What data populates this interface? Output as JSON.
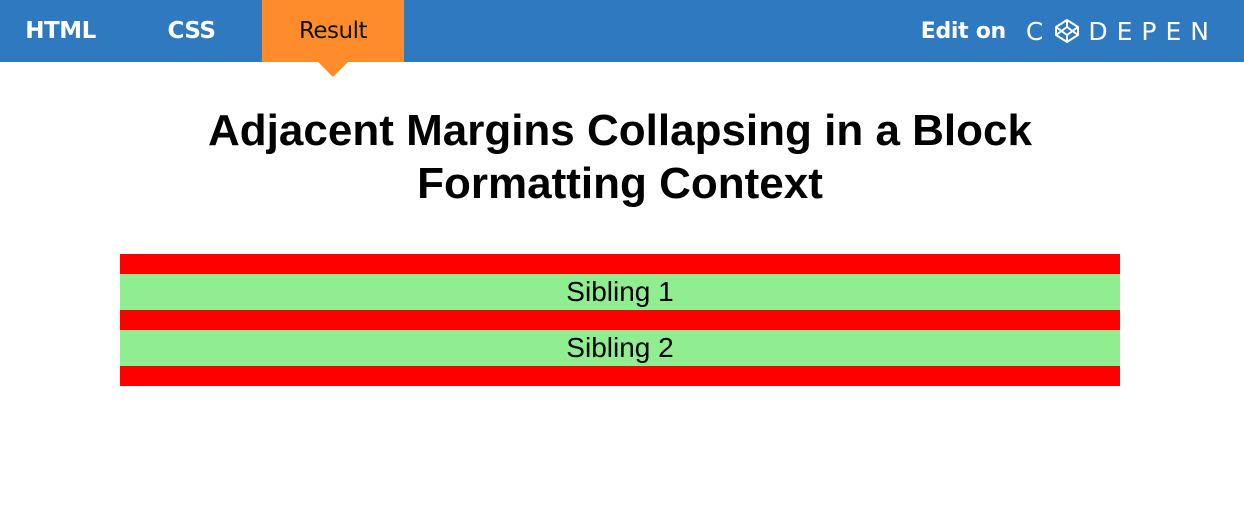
{
  "header": {
    "tabs": [
      {
        "label": "HTML",
        "active": false
      },
      {
        "label": "CSS",
        "active": false
      },
      {
        "label": "Result",
        "active": true
      }
    ],
    "edit_on_label": "Edit on",
    "logo_text_start": "C",
    "logo_text_end": "DEPEN",
    "logo_icon": "codepen-cube-icon",
    "colors": {
      "bar": "#2f79c1",
      "active_tab": "#ff8c2a"
    }
  },
  "result": {
    "title": "Adjacent Margins Collapsing in a Block Formatting Context",
    "siblings": [
      "Sibling 1",
      "Sibling 2"
    ],
    "colors": {
      "container": "#ff0000",
      "sibling": "#90ee90"
    }
  }
}
